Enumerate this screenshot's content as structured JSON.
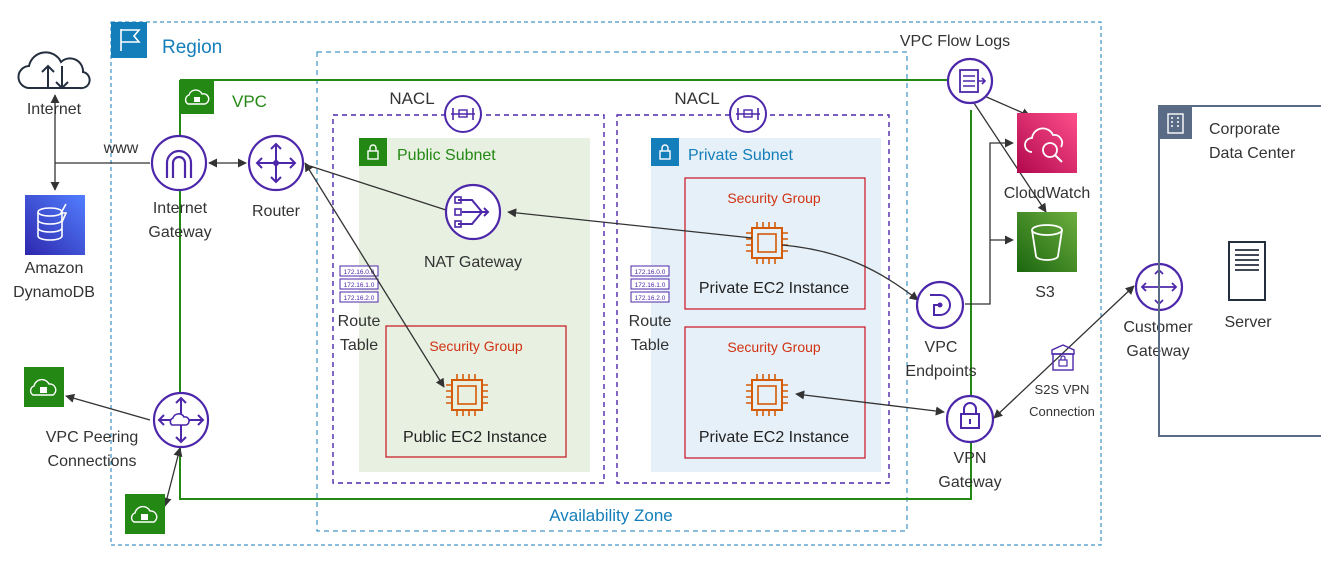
{
  "region": {
    "label": "Region"
  },
  "availability_zone": {
    "label": "Availability Zone"
  },
  "vpc": {
    "label": "VPC"
  },
  "nacl_public": {
    "label": "NACL"
  },
  "nacl_private": {
    "label": "NACL"
  },
  "public_subnet": {
    "label": "Public Subnet"
  },
  "private_subnet": {
    "label": "Private Subnet"
  },
  "internet": {
    "label": "Internet"
  },
  "www": {
    "label": "www"
  },
  "dynamodb": {
    "line1": "Amazon",
    "line2": "DynamoDB"
  },
  "internet_gateway": {
    "line1": "Internet",
    "line2": "Gateway"
  },
  "router": {
    "label": "Router"
  },
  "nat_gateway": {
    "label": "NAT Gateway"
  },
  "route_table_public": {
    "line1": "Route",
    "line2": "Table",
    "entries": [
      "172.16.0.0",
      "172.16.1.0",
      "172.16.2.0"
    ]
  },
  "route_table_private": {
    "line1": "Route",
    "line2": "Table",
    "entries": [
      "172.16.0.0",
      "172.16.1.0",
      "172.16.2.0"
    ]
  },
  "sg_public": {
    "label": "Security Group",
    "instance": "Public EC2 Instance"
  },
  "sg_private_1": {
    "label": "Security Group",
    "instance": "Private EC2 Instance"
  },
  "sg_private_2": {
    "label": "Security Group",
    "instance": "Private EC2 Instance"
  },
  "vpc_peering": {
    "line1": "VPC Peering",
    "line2": "Connections"
  },
  "vpc_flow_logs": {
    "label": "VPC Flow Logs"
  },
  "cloudwatch": {
    "label": "CloudWatch"
  },
  "s3": {
    "label": "S3"
  },
  "vpc_endpoints": {
    "line1": "VPC",
    "line2": "Endpoints"
  },
  "vpn_gateway": {
    "line1": "VPN",
    "line2": "Gateway"
  },
  "s2s_vpn": {
    "line1": "S2S VPN",
    "line2": "Connection"
  },
  "customer_gateway": {
    "line1": "Customer",
    "line2": "Gateway"
  },
  "corporate_dc": {
    "line1": "Corporate",
    "line2": "Data Center"
  },
  "server": {
    "label": "Server"
  },
  "colors": {
    "purple": "#4d27aa",
    "green": "#248814",
    "blue": "#147eba",
    "orange": "#d45b07",
    "red": "#c7131f",
    "public_fill": "#e8f0e2",
    "private_fill": "#e6f0f8",
    "cloudwatch": "#e7157b",
    "s3": "#3f8624",
    "dynamodb": "#3b48cc"
  }
}
